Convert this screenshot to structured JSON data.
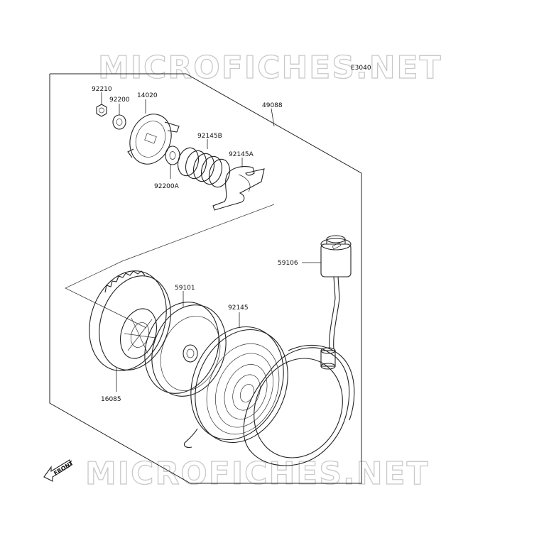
{
  "diagram": {
    "ref_code": "E3040",
    "watermark_top": "MICROFICHES.NET",
    "watermark_bottom": "MICROFICHES.NET",
    "front_label": "FRONT",
    "parts": {
      "nut": "92210",
      "washer_small": "92200",
      "ratchet": "14020",
      "assembly": "49088",
      "spring_b": "92145B",
      "washer_a": "92200A",
      "spring_a": "92145A",
      "handle": "59106",
      "pulley": "59101",
      "recoil_spring": "92145",
      "guide": "16085"
    }
  }
}
